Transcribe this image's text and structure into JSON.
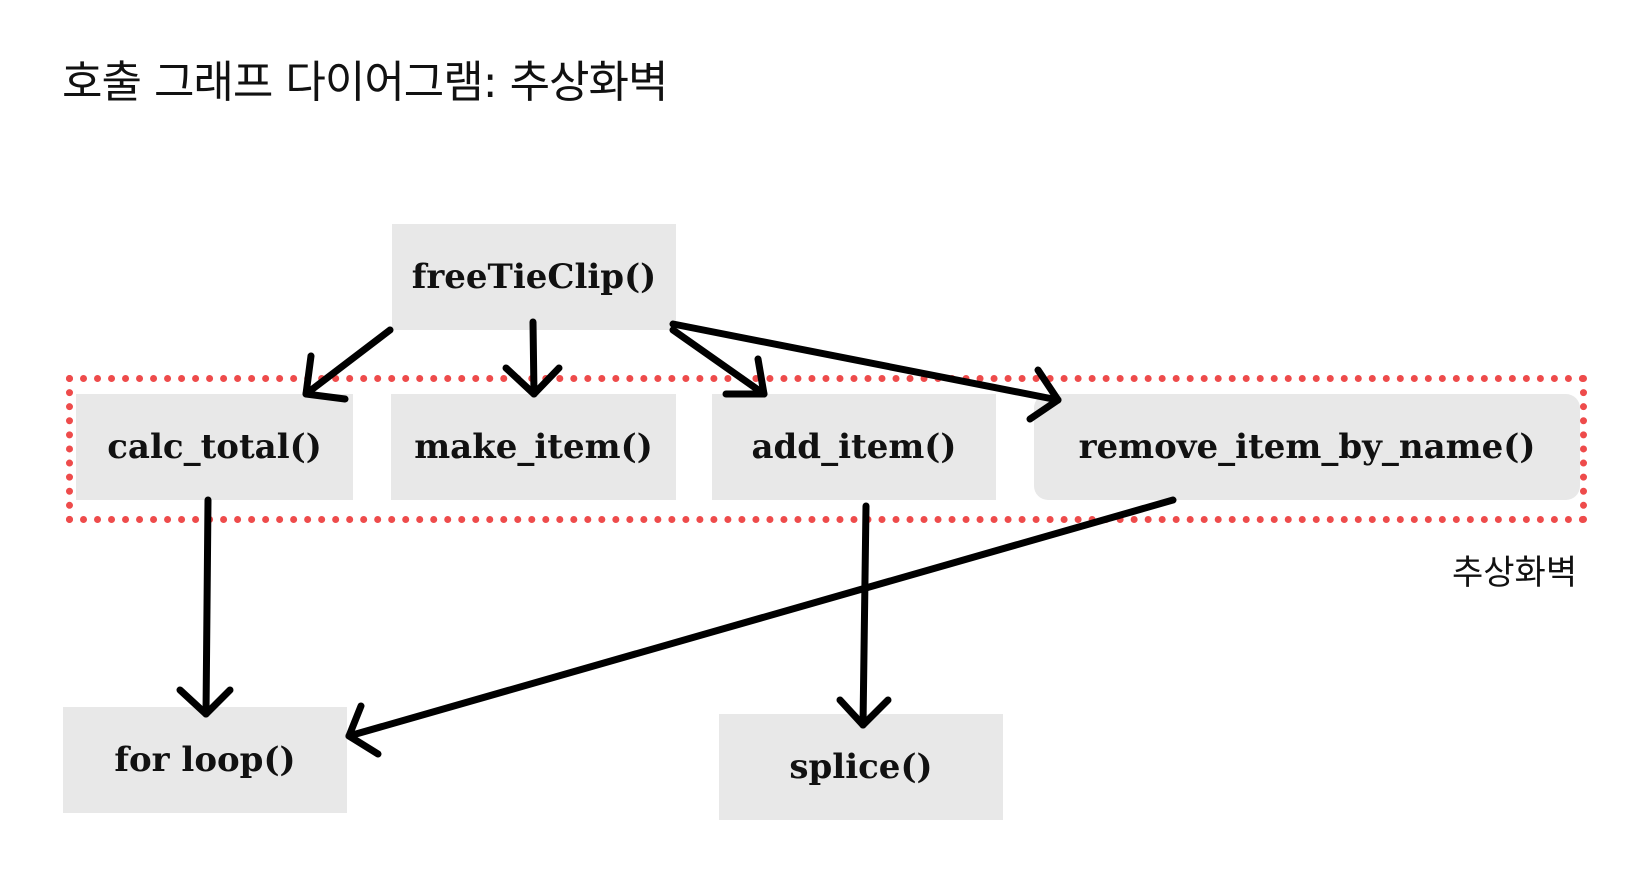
{
  "title": "호출 그래프 다이어그램: 추상화벽",
  "abstraction_wall": {
    "label": "추상화벽",
    "color": "#ee4b4b"
  },
  "nodes": {
    "free_tie_clip": "freeTieClip()",
    "calc_total": "calc_total()",
    "make_item": "make_item()",
    "add_item": "add_item()",
    "remove_item_by_name": "remove_item_by_name()",
    "for_loop": "for loop()",
    "splice": "splice()"
  },
  "edges": [
    {
      "from": "freeTieClip()",
      "to": "calc_total()"
    },
    {
      "from": "freeTieClip()",
      "to": "make_item()"
    },
    {
      "from": "freeTieClip()",
      "to": "add_item()"
    },
    {
      "from": "freeTieClip()",
      "to": "remove_item_by_name()"
    },
    {
      "from": "calc_total()",
      "to": "for loop()"
    },
    {
      "from": "remove_item_by_name()",
      "to": "for loop()"
    },
    {
      "from": "add_item()",
      "to": "splice()"
    }
  ]
}
